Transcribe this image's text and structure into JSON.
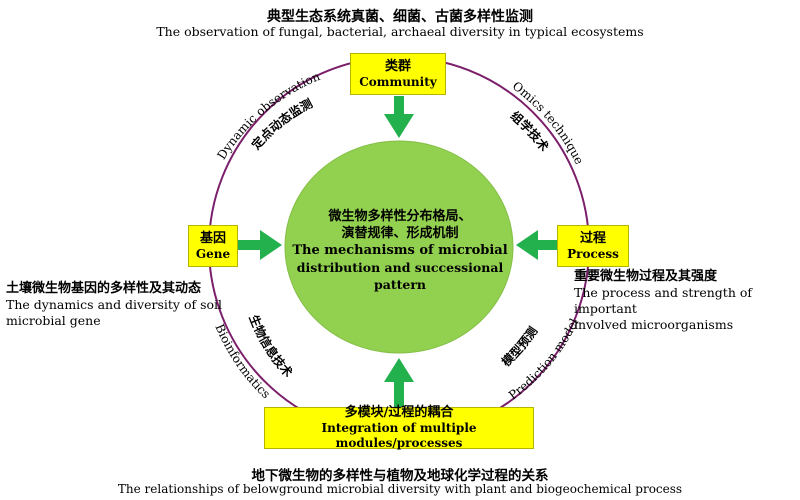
{
  "top": {
    "title_cn": "典型生态系统真菌、细菌、古菌多样性监测",
    "title_en": "The observation of fungal, bacterial, archaeal diversity in typical ecosystems"
  },
  "bottom": {
    "title_cn": "地下微生物的多样性与植物及地球化学过程的关系",
    "title_en": "The relationships of belowground microbial diversity with plant and biogeochemical process"
  },
  "center": {
    "line1": "微生物多样性分布格局、",
    "line2": "演替规律、形成机制",
    "line3": "The mechanisms of microbial",
    "line4": "distribution and successional pattern"
  },
  "boxes": {
    "community": {
      "cn": "类群",
      "en": "Community"
    },
    "gene": {
      "cn": "基因",
      "en": "Gene"
    },
    "process": {
      "cn": "过程",
      "en": "Process"
    },
    "integration": {
      "cn": "多模块/过程的耦合",
      "en": "Integration of multiple modules/processes"
    }
  },
  "left_note": {
    "cn": "土壤微生物基因的多样性及其动态",
    "en1": "The dynamics and diversity of soil",
    "en2": "microbial gene"
  },
  "right_note": {
    "cn": "重要微生物过程及其强度",
    "en1": "The process and strength of important",
    "en2": "involved microorganisms"
  },
  "arcs": {
    "top_left_en": "Dynamic observation",
    "top_left_cn": "定点动态监测",
    "top_right_en": "Omics technique",
    "top_right_cn": "组学技术",
    "bottom_left_en": "Bioinformatics",
    "bottom_left_cn": "生物信息技术",
    "bottom_right_en": "Prediction model",
    "bottom_right_cn": "模型预测"
  },
  "colors": {
    "circle_fill": "#92d050",
    "ring": "#7b1f6b",
    "arrow": "#22b14c",
    "box": "#ffff00"
  }
}
